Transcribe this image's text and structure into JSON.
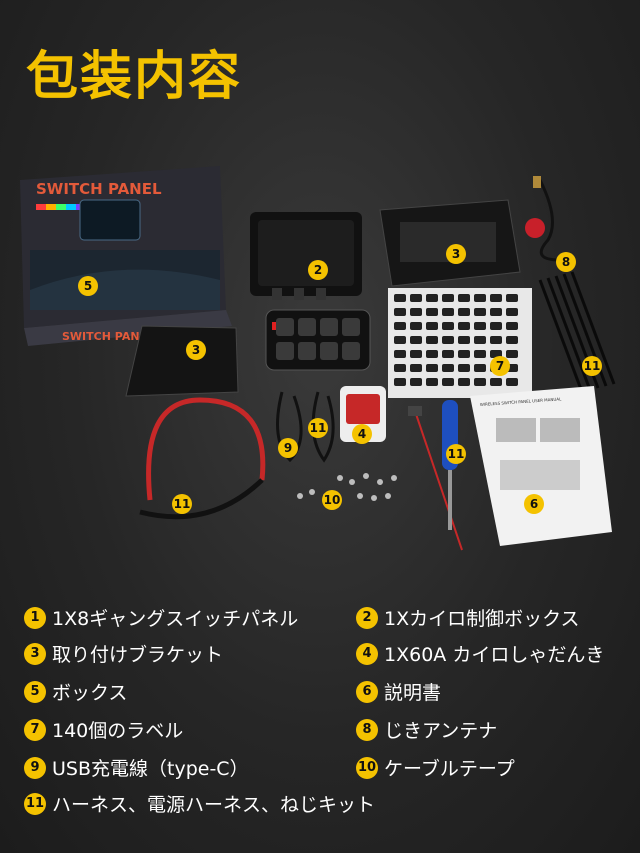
{
  "title": "包装内容",
  "photo": {
    "box_text": "SWITCH PANEL",
    "box_text_bottom": "SWITCH PANEL",
    "manual_title": "WIRELESS SWITCH PANEL USER MANUAL",
    "badges": [
      "5",
      "2",
      "3",
      "3",
      "8",
      "7",
      "11",
      "9",
      "11",
      "4",
      "11",
      "10",
      "11",
      "6"
    ]
  },
  "items": [
    {
      "num": "1",
      "label": "1X8ギャングスイッチパネル"
    },
    {
      "num": "2",
      "label": "1Xカイロ制御ボックス"
    },
    {
      "num": "3",
      "label": "取り付けブラケット"
    },
    {
      "num": "4",
      "label": "1X60A カイロしゃだんき"
    },
    {
      "num": "5",
      "label": "ボックス"
    },
    {
      "num": "6",
      "label": "説明書"
    },
    {
      "num": "7",
      "label": "140個のラベル"
    },
    {
      "num": "8",
      "label": "じきアンテナ"
    },
    {
      "num": "9",
      "label": "USB充電線（type-C）"
    },
    {
      "num": "10",
      "label": "ケーブルテープ"
    },
    {
      "num": "11",
      "label": "ハーネス、電源ハーネス、ねじキット"
    }
  ],
  "colors": {
    "accent": "#f4c200",
    "background": "#262626"
  }
}
